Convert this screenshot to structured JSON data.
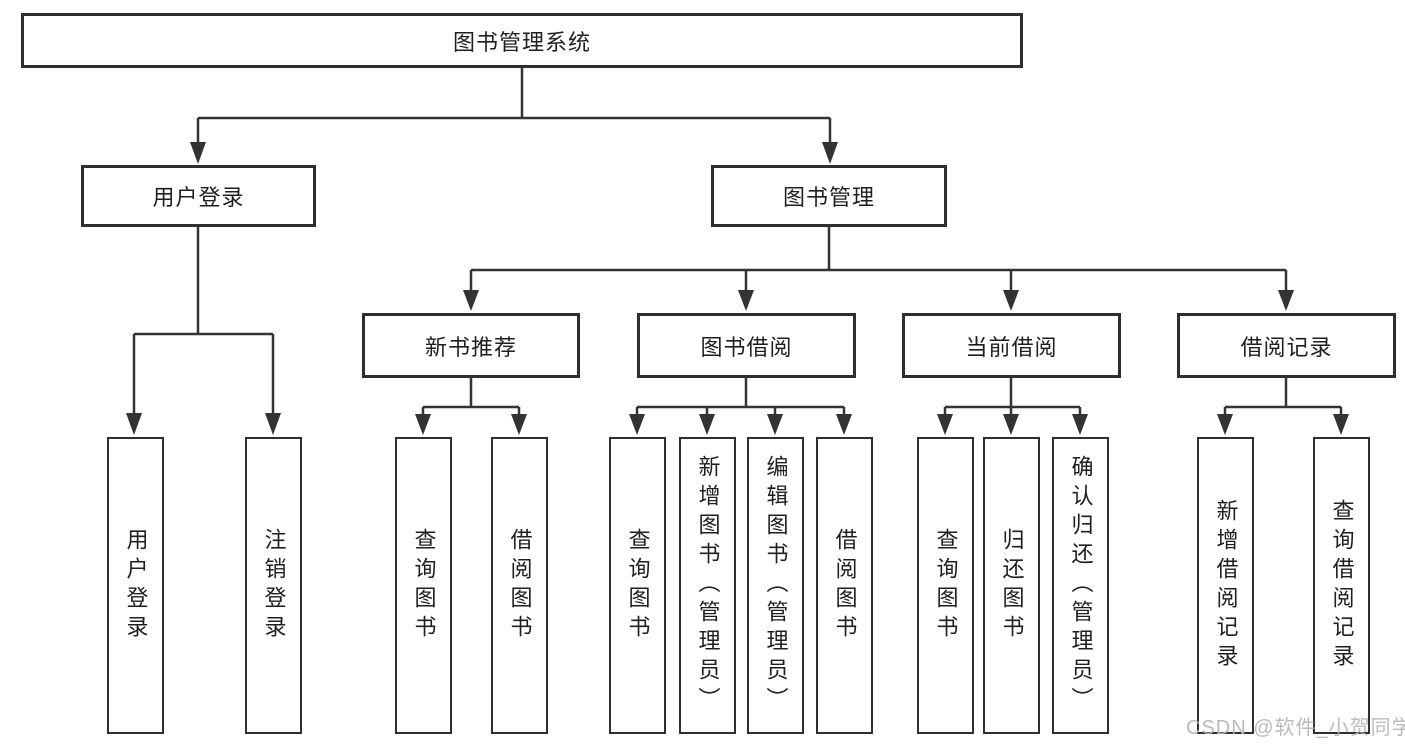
{
  "diagram_type": "functional-structure-tree",
  "watermark": "CSDN @软件_小贺同学",
  "colors": {
    "background": "#ffffff",
    "line": "#333333",
    "box_border": "#2f2f2f",
    "text": "#1f1f1f",
    "watermark": "#b4b4b4"
  },
  "tree": {
    "root": {
      "label": "图书管理系统",
      "children": [
        {
          "label": "用户登录",
          "children": [
            {
              "label": "用户登录"
            },
            {
              "label": "注销登录"
            }
          ]
        },
        {
          "label": "图书管理",
          "children": [
            {
              "label": "新书推荐",
              "children": [
                {
                  "label": "查询图书"
                },
                {
                  "label": "借阅图书"
                }
              ]
            },
            {
              "label": "图书借阅",
              "children": [
                {
                  "label": "查询图书"
                },
                {
                  "label": "新增图书（管理员）"
                },
                {
                  "label": "编辑图书（管理员）"
                },
                {
                  "label": "借阅图书"
                }
              ]
            },
            {
              "label": "当前借阅",
              "children": [
                {
                  "label": "查询图书"
                },
                {
                  "label": "归还图书"
                },
                {
                  "label": "确认归还（管理员）"
                }
              ]
            },
            {
              "label": "借阅记录",
              "children": [
                {
                  "label": "新增借阅记录"
                },
                {
                  "label": "查询借阅记录"
                }
              ]
            }
          ]
        }
      ]
    }
  }
}
